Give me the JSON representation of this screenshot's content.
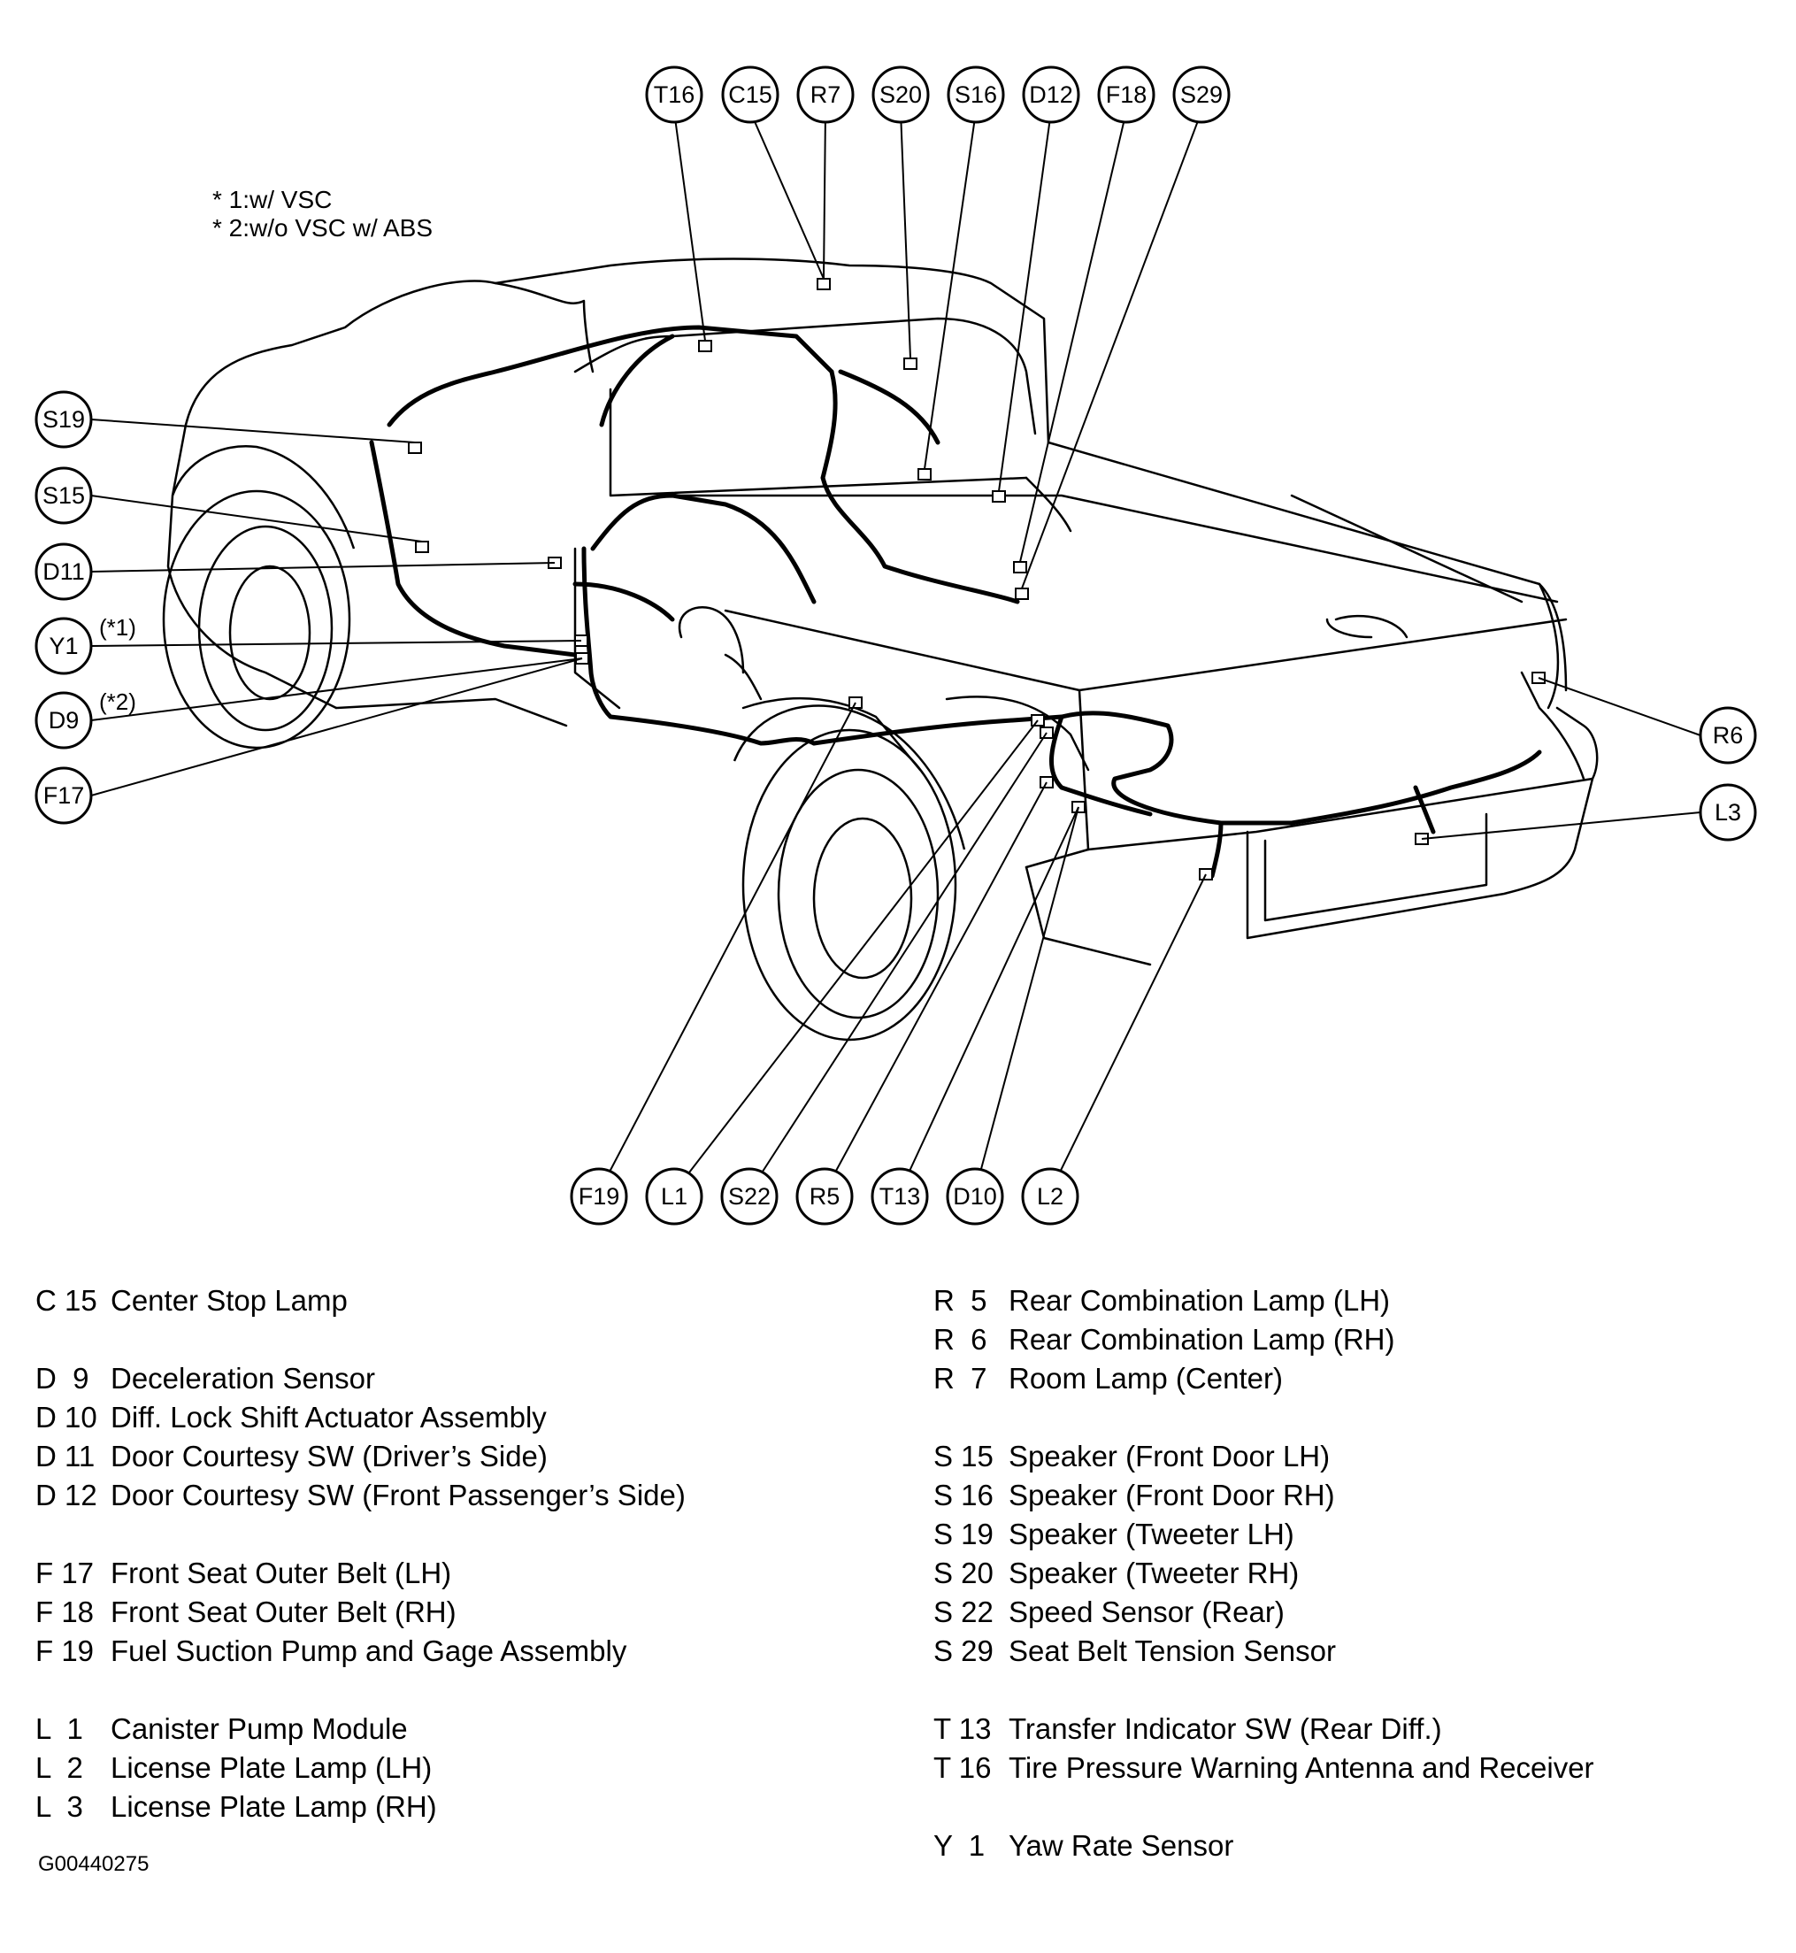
{
  "notes": [
    "* 1:w/ VSC",
    "* 2:w/o VSC w/ ABS"
  ],
  "callouts": {
    "top": [
      "T16",
      "C15",
      "R7",
      "S20",
      "S16",
      "D12",
      "F18",
      "S29"
    ],
    "left": [
      "S19",
      "S15",
      "D11",
      "Y1",
      "D9",
      "F17"
    ],
    "left_notes": [
      "(*1)",
      "(*2)"
    ],
    "right": [
      "R6",
      "L3"
    ],
    "bottom": [
      "F19",
      "L1",
      "S22",
      "R5",
      "T13",
      "D10",
      "L2"
    ]
  },
  "legend_left": [
    {
      "code": "C 15",
      "name": "Center Stop Lamp"
    },
    null,
    {
      "code": "D  9",
      "name": "Deceleration Sensor"
    },
    {
      "code": "D 10",
      "name": "Diff. Lock Shift Actuator Assembly"
    },
    {
      "code": "D 11",
      "name": "Door Courtesy SW (Driver’s Side)"
    },
    {
      "code": "D 12",
      "name": "Door Courtesy SW (Front Passenger’s Side)"
    },
    null,
    {
      "code": "F 17",
      "name": "Front Seat Outer Belt (LH)"
    },
    {
      "code": "F 18",
      "name": "Front Seat Outer Belt (RH)"
    },
    {
      "code": "F 19",
      "name": "Fuel Suction Pump and Gage Assembly"
    },
    null,
    {
      "code": "L  1",
      "name": "Canister Pump Module"
    },
    {
      "code": "L  2",
      "name": "License Plate Lamp (LH)"
    },
    {
      "code": "L  3",
      "name": "License Plate Lamp (RH)"
    }
  ],
  "legend_right": [
    {
      "code": "R  5",
      "name": "Rear Combination Lamp (LH)"
    },
    {
      "code": "R  6",
      "name": "Rear Combination Lamp (RH)"
    },
    {
      "code": "R  7",
      "name": "Room Lamp (Center)"
    },
    null,
    {
      "code": "S 15",
      "name": "Speaker (Front Door LH)"
    },
    {
      "code": "S 16",
      "name": "Speaker (Front Door RH)"
    },
    {
      "code": "S 19",
      "name": "Speaker (Tweeter LH)"
    },
    {
      "code": "S 20",
      "name": "Speaker (Tweeter RH)"
    },
    {
      "code": "S 22",
      "name": "Speed Sensor (Rear)"
    },
    {
      "code": "S 29",
      "name": "Seat Belt Tension Sensor"
    },
    null,
    {
      "code": "T 13",
      "name": "Transfer Indicator SW (Rear Diff.)"
    },
    {
      "code": "T 16",
      "name": "Tire Pressure Warning Antenna and Receiver"
    },
    null,
    {
      "code": "Y  1",
      "name": "Yaw Rate Sensor"
    }
  ],
  "figure_id": "G00440275"
}
